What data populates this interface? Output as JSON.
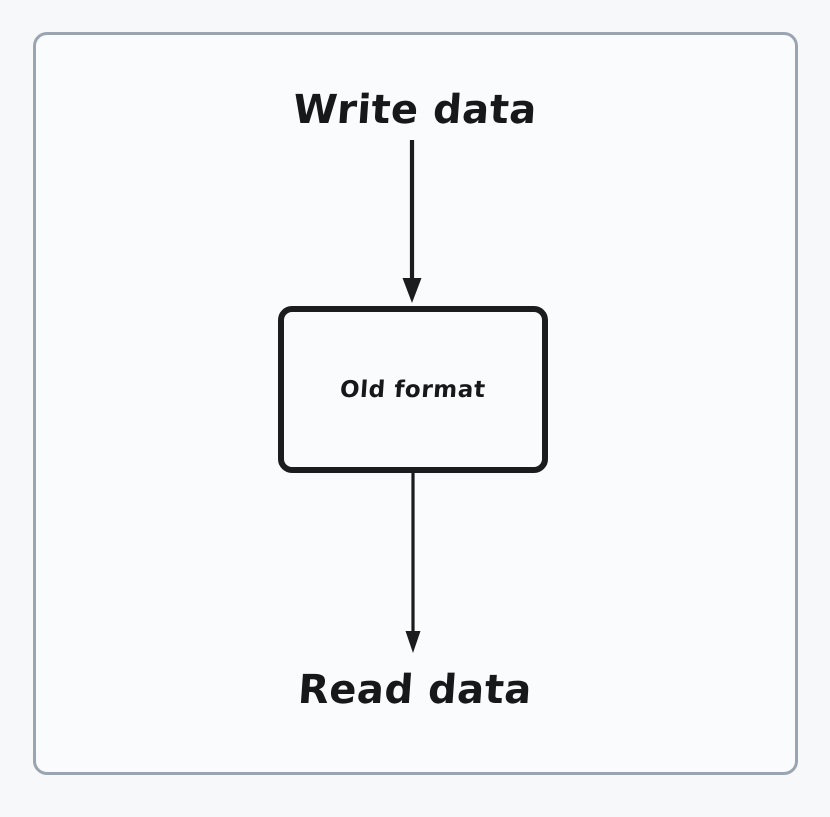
{
  "diagram": {
    "type": "flowchart",
    "title_text": "",
    "frame": {
      "name": "diagram-frame",
      "border_color": "#9aa5b1",
      "background_color": "#fafbfc"
    },
    "background_color": "#f7f8fa",
    "ink_color": "#1b1c1e",
    "nodes": [
      {
        "id": "write-data",
        "label": "Write data",
        "shape": "text",
        "font_size": 40
      },
      {
        "id": "old-format",
        "label": "Old format",
        "shape": "rounded-rectangle",
        "font_size": 23,
        "border_color": "#1b1c1e",
        "fill_color": "#fafbfc"
      },
      {
        "id": "read-data",
        "label": "Read data",
        "shape": "text",
        "font_size": 40
      }
    ],
    "edges": [
      {
        "id": "edge-write-to-old-format",
        "from": "write-data",
        "to": "old-format",
        "label": "",
        "style": "solid",
        "arrowhead": "filled-triangle",
        "thickness": 4
      },
      {
        "id": "edge-old-format-to-read",
        "from": "old-format",
        "to": "read-data",
        "label": "",
        "style": "solid",
        "arrowhead": "filled-triangle",
        "thickness": 3
      }
    ]
  }
}
